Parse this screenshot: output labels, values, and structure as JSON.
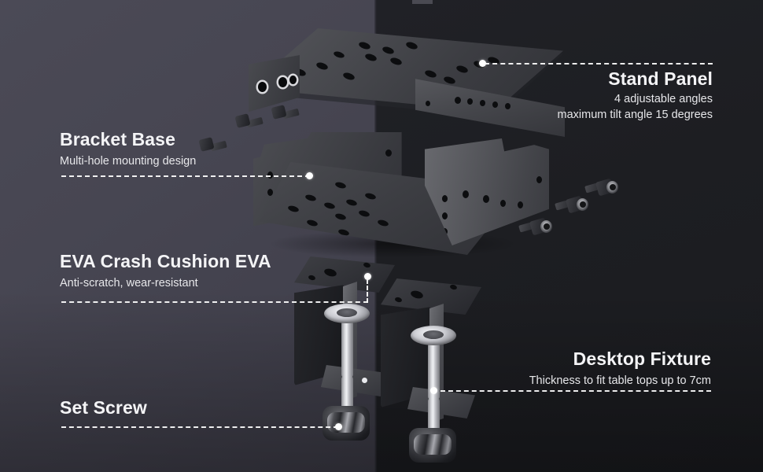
{
  "meta": {
    "colors": {
      "bg_left": "#474652",
      "bg_right": "#1d1e22",
      "leader_line": "#ffffff",
      "title_text": "#f4f4f6",
      "sub_text": "#e7e7ea",
      "metal_dark": "#3a3b40",
      "metal_light": "#68696e",
      "chrome": "#e8e9ec"
    }
  },
  "callouts": [
    {
      "id": "stand-panel",
      "title": "Stand Panel",
      "subtitle_lines": [
        "4 adjustable angles",
        "maximum tilt angle 15 degrees"
      ],
      "align": "right"
    },
    {
      "id": "bracket-base",
      "title": "Bracket Base",
      "subtitle_lines": [
        "Multi-hole mounting design"
      ],
      "align": "left"
    },
    {
      "id": "eva-crash-cushion",
      "title": "EVA Crash Cushion EVA",
      "subtitle_lines": [
        "Anti-scratch, wear-resistant"
      ],
      "align": "left"
    },
    {
      "id": "desktop-fixture",
      "title": "Desktop Fixture",
      "subtitle_lines": [
        "Thickness to fit table tops up to 7cm"
      ],
      "align": "right"
    },
    {
      "id": "set-screw",
      "title": "Set Screw",
      "subtitle_lines": [],
      "align": "left"
    }
  ],
  "parts": {
    "stand_panel": "stand-panel-plate",
    "bracket_base": "bracket-base-channel",
    "clamp_left": "desktop-clamp-left",
    "clamp_right": "desktop-clamp-right",
    "loose_bolts_left": "flange-bolt",
    "loose_bolts_right": "socket-head-cap-screw"
  }
}
